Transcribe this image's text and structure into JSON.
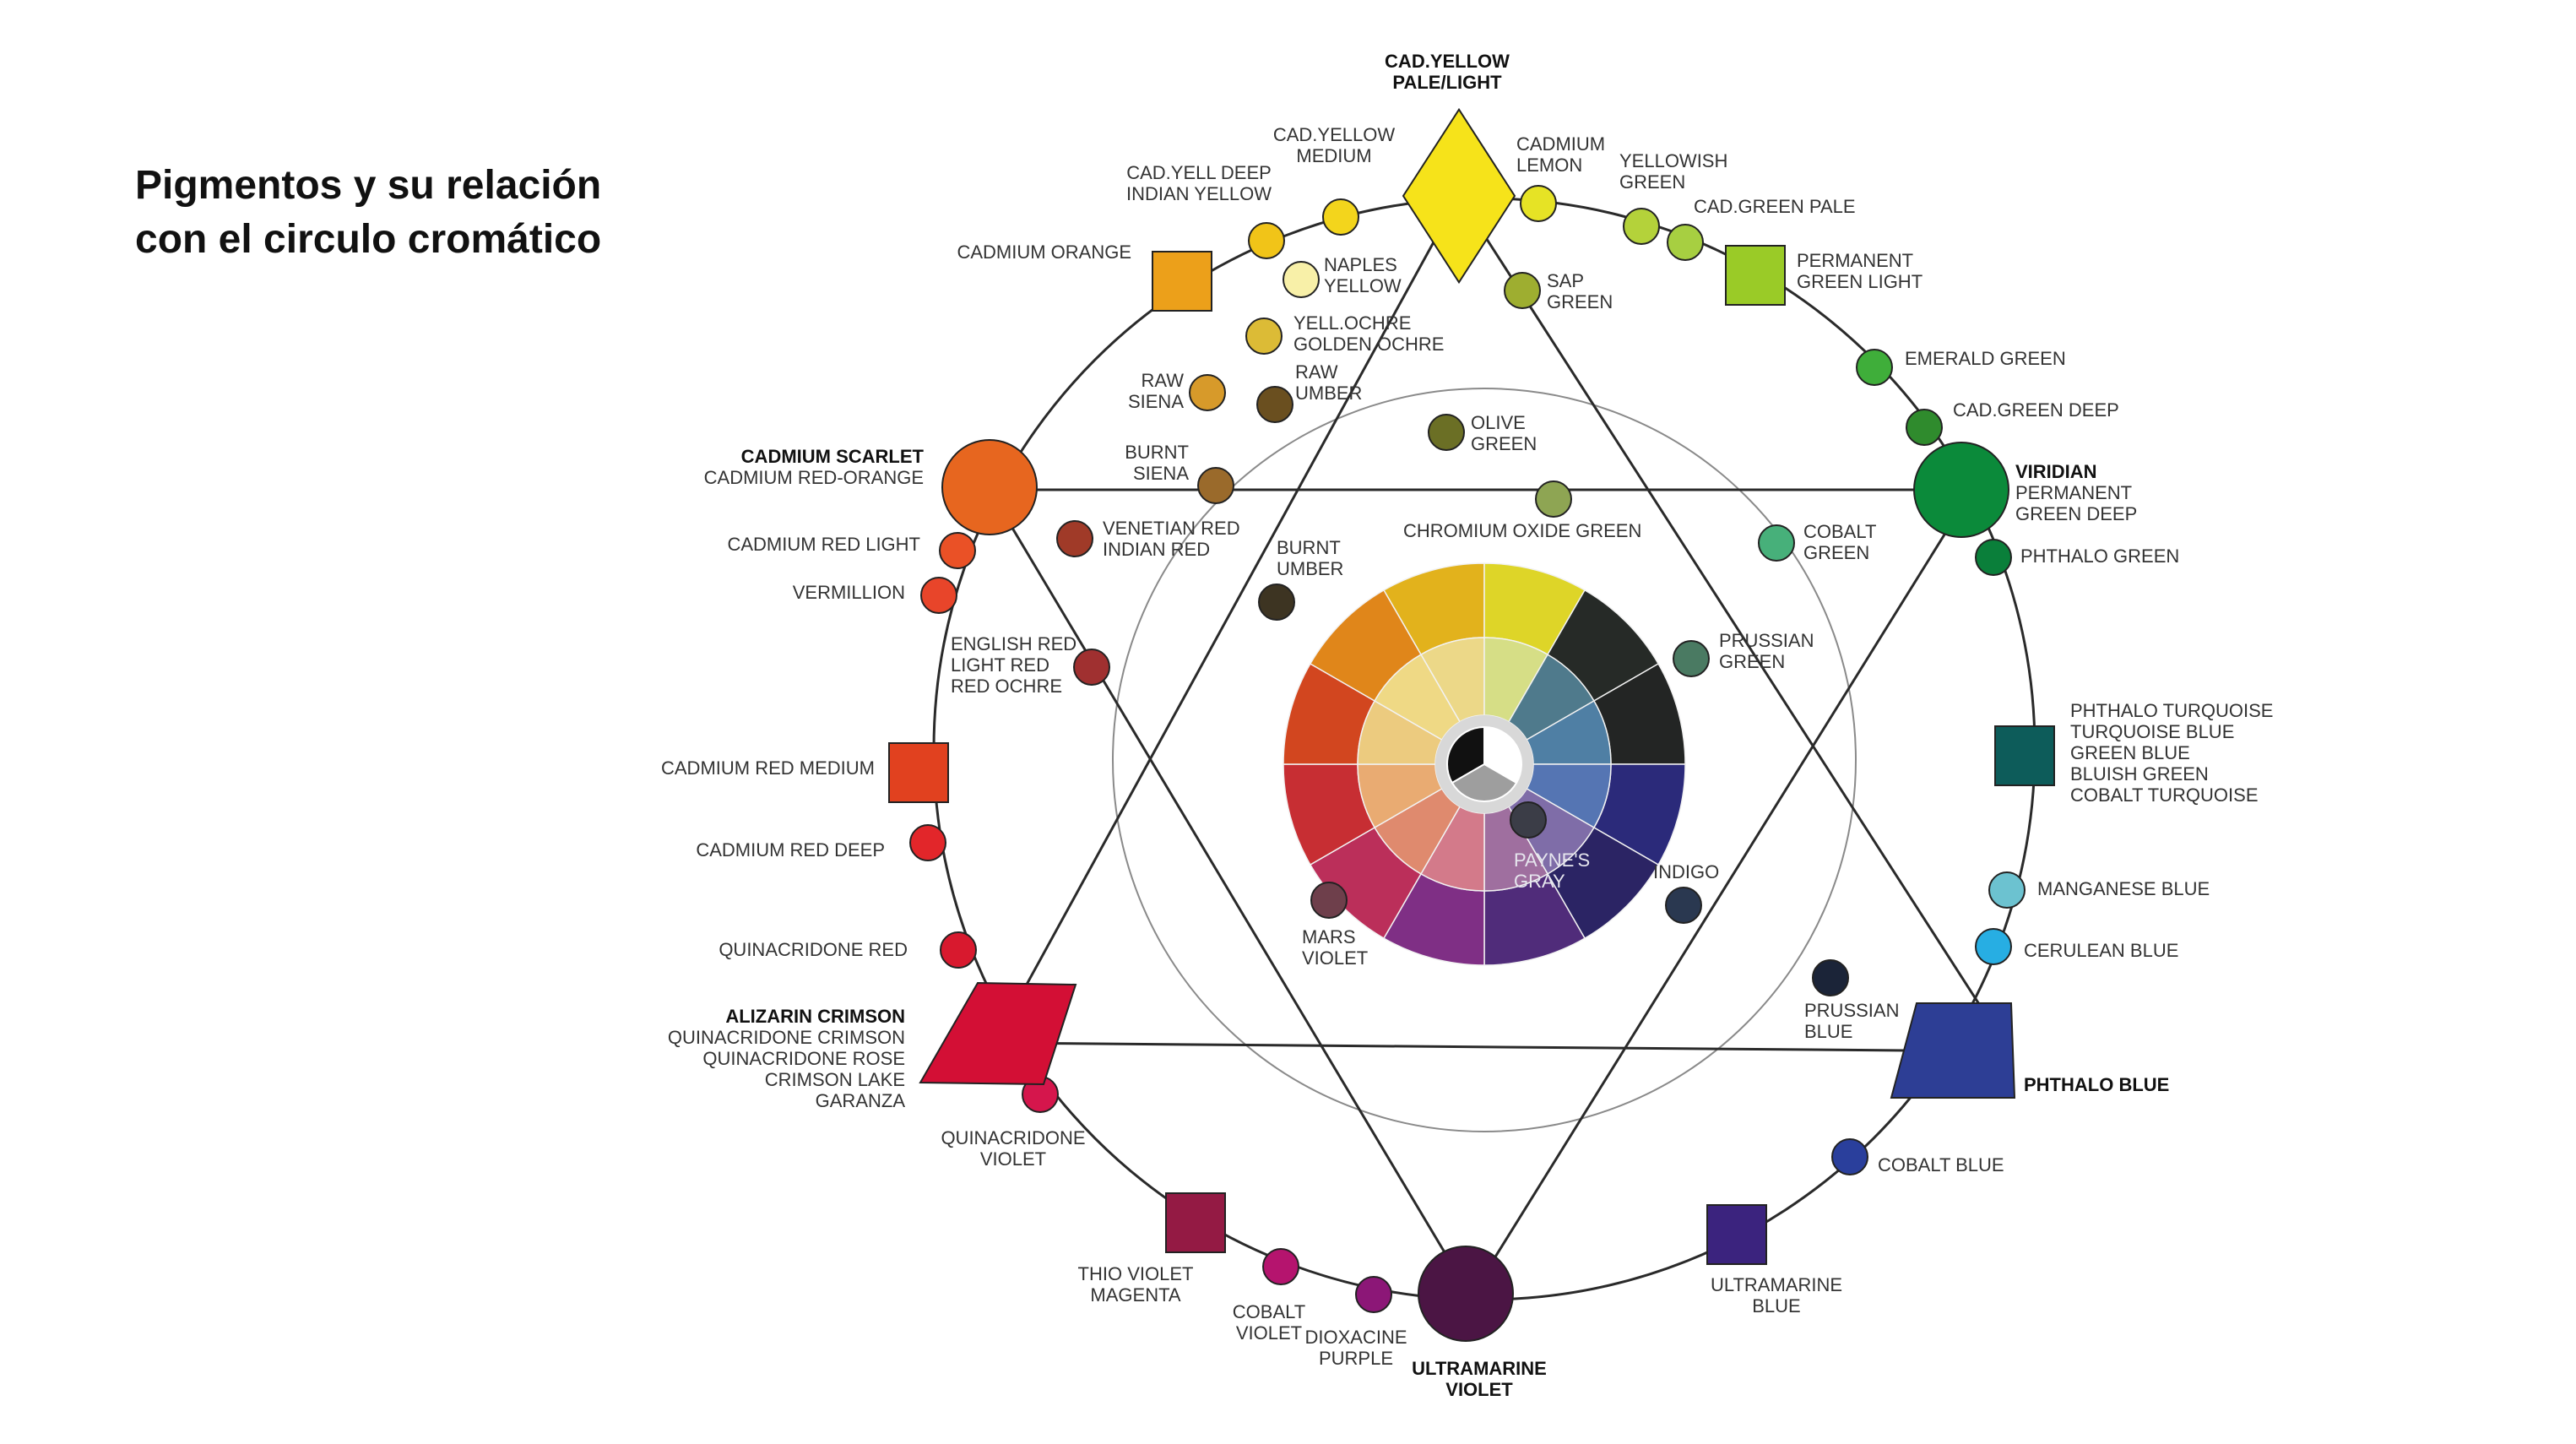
{
  "title": {
    "line1": "Pigmentos y su relación",
    "line2": "con el circulo cromático"
  },
  "pigments": [
    {
      "key": "cad_yellow",
      "label": [
        "CAD.YELLOW",
        "PALE/LIGHT"
      ],
      "color": "#f6e31a",
      "shape": "diamond",
      "bold": true
    },
    {
      "key": "cad_yellow_medium",
      "label": [
        "CAD.YELLOW",
        "MEDIUM"
      ],
      "color": "#f3d51c",
      "shape": "circle"
    },
    {
      "key": "cad_yell_deep",
      "label": [
        "CAD.YELL DEEP",
        "INDIAN YELLOW"
      ],
      "color": "#f1c418",
      "shape": "circle"
    },
    {
      "key": "cadmium_lemon",
      "label": [
        "CADMIUM",
        "LEMON"
      ],
      "color": "#e6e325",
      "shape": "circle"
    },
    {
      "key": "yellowish_green",
      "label": [
        "YELLOWISH",
        "GREEN"
      ],
      "color": "#b4d23a",
      "shape": "circle"
    },
    {
      "key": "cad_green_pale",
      "label": [
        "CAD.GREEN PALE"
      ],
      "color": "#a7cf41",
      "shape": "circle"
    },
    {
      "key": "permanent_green_light",
      "label": [
        "PERMANENT",
        "GREEN LIGHT"
      ],
      "color": "#9acb27",
      "shape": "square"
    },
    {
      "key": "emerald_green",
      "label": [
        "EMERALD GREEN"
      ],
      "color": "#3fae3a",
      "shape": "circle"
    },
    {
      "key": "cad_green_deep",
      "label": [
        "CAD.GREEN DEEP"
      ],
      "color": "#2f8b2d",
      "shape": "circle"
    },
    {
      "key": "viridian",
      "label": [
        "VIRIDIAN"
      ],
      "sublabel": [
        "PERMANENT",
        "GREEN DEEP"
      ],
      "color": "#0b8a3a",
      "shape": "circle-large",
      "bold": true
    },
    {
      "key": "phthalo_green",
      "label": [
        "PHTHALO GREEN"
      ],
      "color": "#0a7f3a",
      "shape": "circle"
    },
    {
      "key": "phthalo_turquoise",
      "label": [
        "PHTHALO TURQUOISE",
        "TURQUOISE BLUE",
        "GREEN BLUE",
        "BLUISH GREEN",
        "COBALT TURQUOISE"
      ],
      "color": "#0d5c5a",
      "shape": "square"
    },
    {
      "key": "manganese_blue",
      "label": [
        "MANGANESE BLUE"
      ],
      "color": "#6cc2d0",
      "shape": "circle"
    },
    {
      "key": "cerulean_blue",
      "label": [
        "CERULEAN BLUE"
      ],
      "color": "#27aee3",
      "shape": "circle"
    },
    {
      "key": "phthalo_blue",
      "label": [
        "PHTHALO BLUE"
      ],
      "color": "#2d3e95",
      "shape": "parallelogram",
      "bold": true
    },
    {
      "key": "cobalt_blue",
      "label": [
        "COBALT BLUE"
      ],
      "color": "#2a3f9c",
      "shape": "circle"
    },
    {
      "key": "ultramarine_blue",
      "label": [
        "ULTRAMARINE",
        "BLUE"
      ],
      "color": "#3b237e",
      "shape": "square"
    },
    {
      "key": "ultramarine_violet",
      "label": [
        "ULTRAMARINE",
        "VIOLET"
      ],
      "color": "#4b1544",
      "shape": "circle-large",
      "bold": true
    },
    {
      "key": "dioxacine_purple",
      "label": [
        "DIOXACINE",
        "PURPLE"
      ],
      "color": "#8c1777",
      "shape": "circle"
    },
    {
      "key": "cobalt_violet",
      "label": [
        "COBALT",
        "VIOLET"
      ],
      "color": "#b5146e",
      "shape": "circle"
    },
    {
      "key": "thio_violet",
      "label": [
        "THIO VIOLET",
        "MAGENTA"
      ],
      "color": "#941a44",
      "shape": "square"
    },
    {
      "key": "quinacridone_violet",
      "label": [
        "QUINACRIDONE",
        "VIOLET"
      ],
      "color": "#d5164c",
      "shape": "circle"
    },
    {
      "key": "alizarin_crimson",
      "label": [
        "ALIZARIN CRIMSON"
      ],
      "sublabel": [
        "QUINACRIDONE CRIMSON",
        "QUINACRIDONE ROSE",
        "CRIMSON LAKE",
        "GARANZA"
      ],
      "color": "#d30f35",
      "shape": "parallelogram",
      "bold": true
    },
    {
      "key": "quinacridone_red",
      "label": [
        "QUINACRIDONE RED"
      ],
      "color": "#d8192e",
      "shape": "circle"
    },
    {
      "key": "cadmium_red_deep",
      "label": [
        "CADMIUM RED DEEP"
      ],
      "color": "#e2262a",
      "shape": "circle"
    },
    {
      "key": "cadmium_red_medium",
      "label": [
        "CADMIUM RED MEDIUM"
      ],
      "color": "#e1411f",
      "shape": "square"
    },
    {
      "key": "vermillion",
      "label": [
        "VERMILLION"
      ],
      "color": "#e8452a",
      "shape": "circle"
    },
    {
      "key": "cadmium_red_light",
      "label": [
        "CADMIUM RED LIGHT"
      ],
      "color": "#ea5126",
      "shape": "circle"
    },
    {
      "key": "cadmium_scarlet",
      "label": [
        "CADMIUM SCARLET"
      ],
      "sublabel": [
        "CADMIUM RED-ORANGE"
      ],
      "color": "#e7661f",
      "shape": "circle-large",
      "bold": true
    },
    {
      "key": "cadmium_orange",
      "label": [
        "CADMIUM ORANGE"
      ],
      "color": "#eca01a",
      "shape": "square"
    },
    {
      "key": "naples_yellow",
      "label": [
        "NAPLES",
        "YELLOW"
      ],
      "color": "#f8f0a8",
      "shape": "circle"
    },
    {
      "key": "yell_ochre",
      "label": [
        "YELL.OCHRE",
        "GOLDEN OCHRE"
      ],
      "color": "#dcbb36",
      "shape": "circle"
    },
    {
      "key": "raw_siena",
      "label": [
        "RAW",
        "SIENA"
      ],
      "color": "#d79a2a",
      "shape": "circle"
    },
    {
      "key": "raw_umber",
      "label": [
        "RAW",
        "UMBER"
      ],
      "color": "#6a4f1f",
      "shape": "circle"
    },
    {
      "key": "sap_green",
      "label": [
        "SAP",
        "GREEN"
      ],
      "color": "#9eae30",
      "shape": "circle"
    },
    {
      "key": "olive_green",
      "label": [
        "OLIVE",
        "GREEN"
      ],
      "color": "#6b6f25",
      "shape": "circle"
    },
    {
      "key": "burnt_siena",
      "label": [
        "BURNT",
        "SIENA"
      ],
      "color": "#9a6a2b",
      "shape": "circle"
    },
    {
      "key": "chromium_oxide_green",
      "label": [
        "CHROMIUM OXIDE GREEN"
      ],
      "color": "#8ea553",
      "shape": "circle"
    },
    {
      "key": "cobalt_green",
      "label": [
        "COBALT",
        "GREEN"
      ],
      "color": "#47b07a",
      "shape": "circle"
    },
    {
      "key": "venetian_red",
      "label": [
        "VENETIAN RED",
        "INDIAN RED"
      ],
      "color": "#a03a28",
      "shape": "circle"
    },
    {
      "key": "burnt_umber",
      "label": [
        "BURNT",
        "UMBER"
      ],
      "color": "#3d3422",
      "shape": "circle"
    },
    {
      "key": "english_red",
      "label": [
        "ENGLISH RED",
        "LIGHT RED",
        "RED OCHRE"
      ],
      "color": "#a03030",
      "shape": "circle"
    },
    {
      "key": "prussian_green",
      "label": [
        "PRUSSIAN",
        "GREEN"
      ],
      "color": "#4a7a62",
      "shape": "circle"
    },
    {
      "key": "paynes_gray",
      "label": [
        "PAYNE'S",
        "GRAY"
      ],
      "color": "#3b3d47",
      "shape": "circle"
    },
    {
      "key": "indigo",
      "label": [
        "INDIGO"
      ],
      "color": "#2a3850",
      "shape": "circle"
    },
    {
      "key": "mars_violet",
      "label": [
        "MARS",
        "VIOLET"
      ],
      "color": "#6e3f4b",
      "shape": "circle"
    },
    {
      "key": "prussian_blue",
      "label": [
        "PRUSSIAN",
        "BLUE"
      ],
      "color": "#1b2438",
      "shape": "circle"
    }
  ],
  "wheel": {
    "outer": [
      "#e2b21c",
      "#ded528",
      "#262a27",
      "#232524",
      "#2b2a7a",
      "#2b2464",
      "#502c7a",
      "#7f2f85",
      "#bb2f5a",
      "#c72e33",
      "#d2461f",
      "#e0861a"
    ],
    "inner": [
      "#ecd888",
      "#d6de86",
      "#4f7a8c",
      "#4f7fa4",
      "#5575b3",
      "#7f6da8",
      "#9f6f9f",
      "#d37a8a",
      "#df8a6e",
      "#e9ab72",
      "#eccb7f",
      "#efd985"
    ],
    "core": [
      "#ffffff",
      "#111111",
      "#9e9e9e"
    ]
  }
}
